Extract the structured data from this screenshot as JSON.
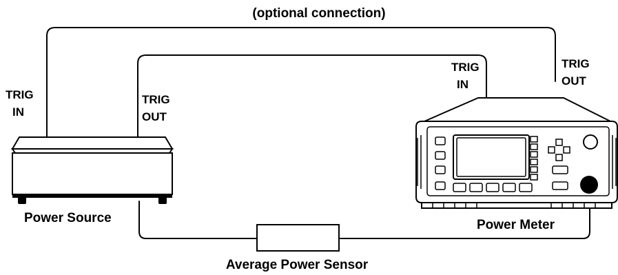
{
  "labels": {
    "optional_connection": "(optional connection)",
    "source_trig_in_1": "TRIG",
    "source_trig_in_2": "IN",
    "source_trig_out_1": "TRIG",
    "source_trig_out_2": "OUT",
    "meter_trig_in_1": "TRIG",
    "meter_trig_in_2": "IN",
    "meter_trig_out_1": "TRIG",
    "meter_trig_out_2": "OUT",
    "power_source": "Power Source",
    "power_meter": "Power Meter",
    "sensor": "Average Power Sensor"
  }
}
